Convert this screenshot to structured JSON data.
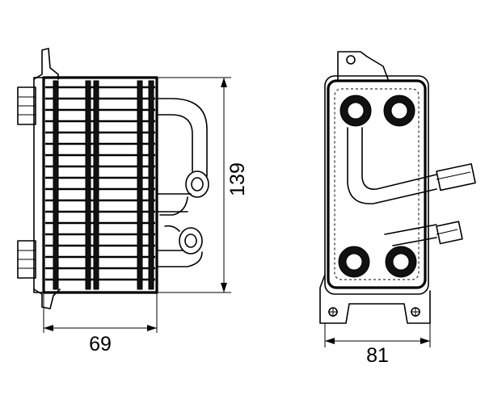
{
  "dimensions": {
    "depth": "69",
    "height": "139",
    "width": "81"
  }
}
